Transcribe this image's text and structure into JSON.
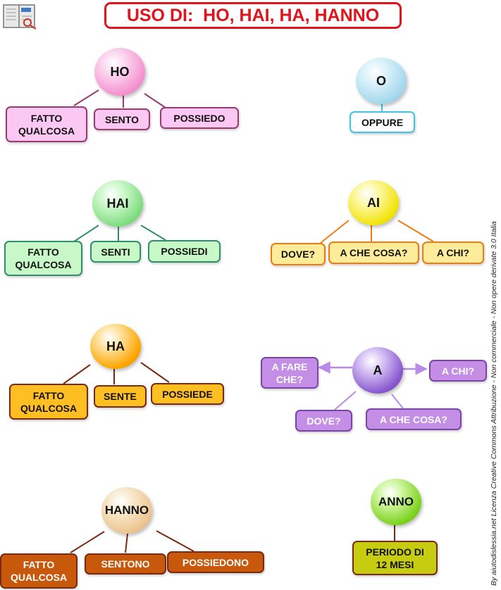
{
  "title": "USO DI:  HO, HAI, HA, HANNO",
  "credit": "By aiutodislessia.net Licenza Creative Commons Attribuzione - Non commerciale - Non opere derivate 3.0 Italia",
  "groups": {
    "ho": {
      "label": "HO",
      "items": [
        "FATTO\nQUALCOSA",
        "SENTO",
        "POSSIEDO"
      ]
    },
    "o": {
      "label": "O",
      "items": [
        "OPPURE"
      ]
    },
    "hai": {
      "label": "HAI",
      "items": [
        "FATTO\nQUALCOSA",
        "SENTI",
        "POSSIEDI"
      ]
    },
    "ai": {
      "label": "AI",
      "items": [
        "DOVE?",
        "A CHE COSA?",
        "A CHI?"
      ]
    },
    "ha": {
      "label": "HA",
      "items": [
        "FATTO\nQUALCOSA",
        "SENTE",
        "POSSIEDE"
      ]
    },
    "a": {
      "label": "A",
      "items": [
        "A FARE\nCHE?",
        "A CHI?",
        "DOVE?",
        "A CHE COSA?"
      ]
    },
    "hanno": {
      "label": "HANNO",
      "items": [
        "FATTO\nQUALCOSA",
        "SENTONO",
        "POSSIEDONO"
      ]
    },
    "anno": {
      "label": "ANNO",
      "items": [
        "PERIODO DI\n12 MESI"
      ]
    }
  },
  "colors": {
    "title": "#e0141c",
    "ho": "#f7a6d8",
    "o": "#a9dff0",
    "hai": "#8fe88f",
    "ai": "#f4ea10",
    "ha": "#ffa500",
    "a": "#8a5ad0",
    "hanno": "#f0d2a6",
    "anno": "#7ed321"
  }
}
